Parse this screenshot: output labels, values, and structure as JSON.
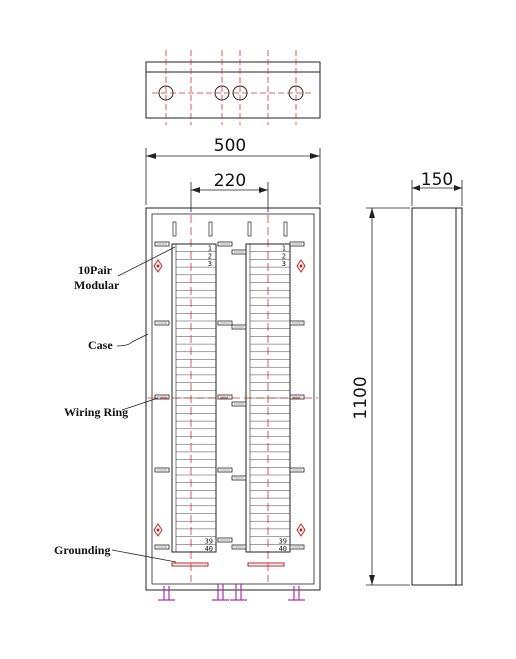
{
  "dimensions": {
    "width_overall": "500",
    "width_inner": "220",
    "depth": "150",
    "height": "1100"
  },
  "labels": {
    "modular_line1": "10Pair",
    "modular_line2": "Modular",
    "case": "Case",
    "wiring_ring": "Wiring Ring",
    "grounding": "Grounding"
  },
  "pair_numbers": {
    "top": [
      "1",
      "2",
      "3"
    ],
    "bottom": [
      "39",
      "40"
    ]
  },
  "colors": {
    "line": "#222222",
    "center_line": "#e03030",
    "pipe": "#b030b0"
  }
}
